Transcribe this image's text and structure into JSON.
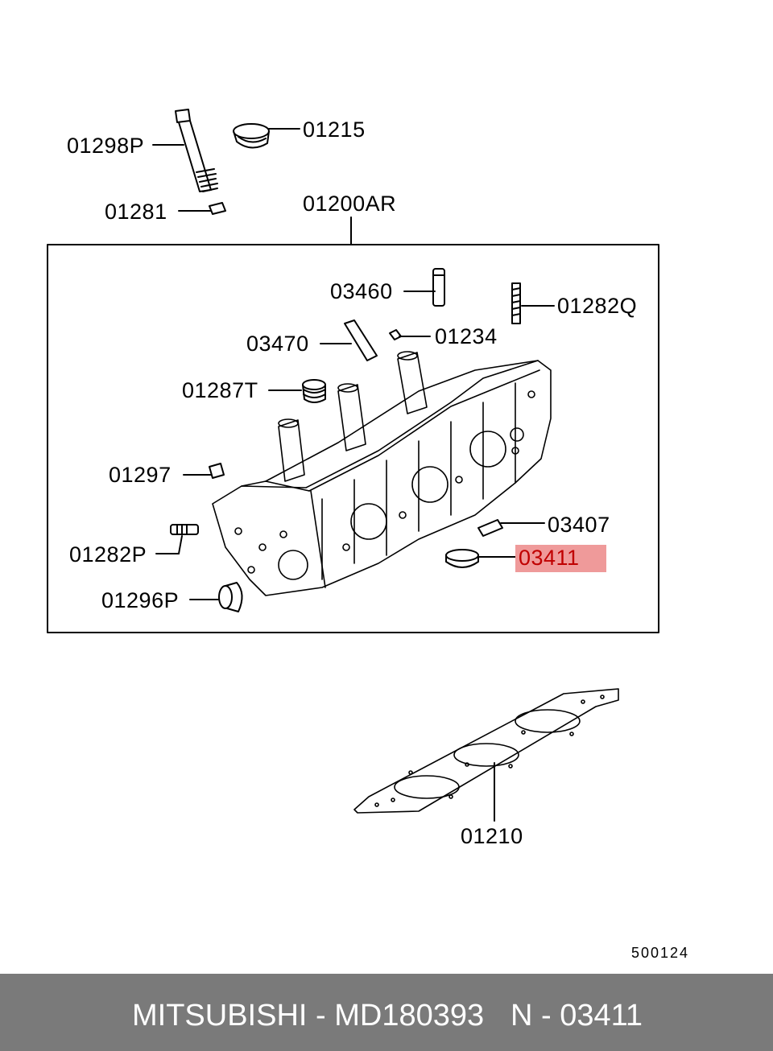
{
  "callouts": {
    "c01298P": "01298P",
    "c01215": "01215",
    "c01281": "01281",
    "c01200AR": "01200AR",
    "c03460": "03460",
    "c01282Q": "01282Q",
    "c03470": "03470",
    "c01234": "01234",
    "c01287T": "01287T",
    "c01297": "01297",
    "c03407": "03407",
    "c03411": "03411",
    "c01282P": "01282P",
    "c01296P": "01296P",
    "c01210": "01210"
  },
  "diagram_code": "500124",
  "footer": {
    "part": "MITSUBISHI - MD180393",
    "ref": "N - 03411"
  },
  "colors": {
    "highlight": "#ef9a9a",
    "highlight_text": "#c00000",
    "footer_bg": "#7a7a7a",
    "footer_text": "#ffffff"
  }
}
